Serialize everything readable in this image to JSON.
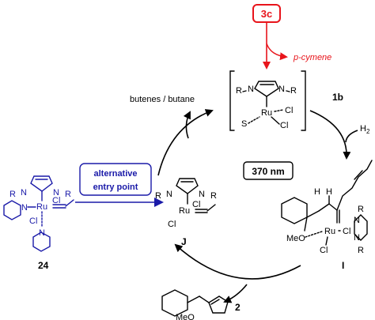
{
  "reagents": {
    "catalyst_3c": "3c",
    "pcymene": "p-cymene",
    "butenes": "butenes / butane",
    "substrate_1b": "1b",
    "h2": "H",
    "h2_sub": "2",
    "light": "370 nm",
    "alt_entry_line1": "alternative",
    "alt_entry_line2": "entry point"
  },
  "compounds": {
    "c24": "24",
    "cJ": "J",
    "cI": "I",
    "c2": "2"
  },
  "atoms": {
    "R": "R",
    "N": "N",
    "Ru": "Ru",
    "Cl": "Cl",
    "S": "S",
    "MeO": "MeO",
    "H": "H"
  },
  "colors": {
    "red": "#e8141b",
    "blue": "#1a1aa8",
    "black": "#000000"
  }
}
